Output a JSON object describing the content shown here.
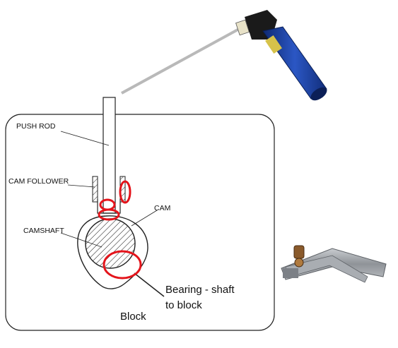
{
  "labels": {
    "push_rod": "PUSH ROD",
    "cam_follower": "CAM FOLLOWER",
    "cam": "CAM",
    "camshaft": "CAMSHAFT",
    "bearing_line1": "Bearing - shaft",
    "bearing_line2": "to block",
    "block": "Block"
  },
  "colors": {
    "highlight_red": "#e4141b",
    "electrode_holder_blue": "#1f3f9a",
    "clamp_steel": "#9a9ea3"
  },
  "icons": {
    "electrode_holder": "welding-electrode-holder-icon",
    "ground_clamp": "earth-ground-clamp-icon"
  }
}
